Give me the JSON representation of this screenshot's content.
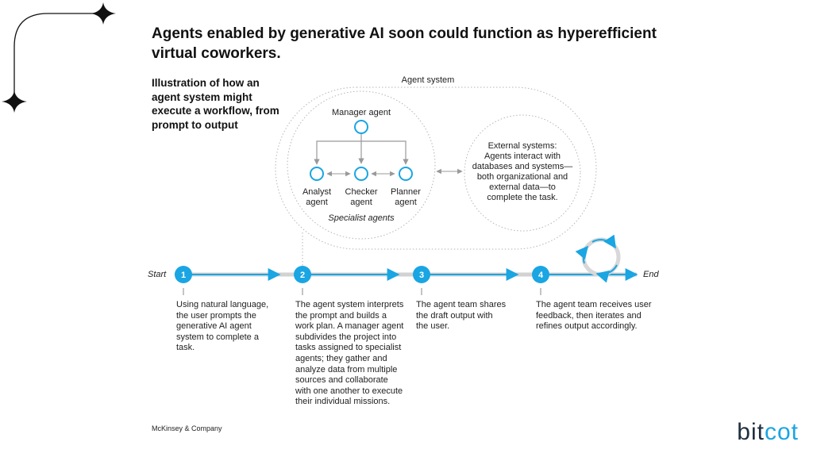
{
  "title": "Agents enabled by generative AI soon could function as hyperefficient virtual coworkers.",
  "subtitle": "Illustration of how an agent system might execute a workflow, from prompt to output",
  "agent_system": {
    "label": "Agent system",
    "manager_label": "Manager agent",
    "specialists": [
      {
        "label_line1": "Analyst",
        "label_line2": "agent"
      },
      {
        "label_line1": "Checker",
        "label_line2": "agent"
      },
      {
        "label_line1": "Planner",
        "label_line2": "agent"
      }
    ],
    "specialists_caption": "Specialist agents",
    "external_lines": [
      "External systems:",
      "Agents interact with",
      "databases and systems—",
      "both organizational and",
      "external data—to",
      "complete the task."
    ]
  },
  "workflow": {
    "start_label": "Start",
    "end_label": "End",
    "steps": [
      {
        "number": "1",
        "lines": [
          "Using natural language,",
          "the user prompts the",
          "generative AI agent",
          "system to complete a",
          "task."
        ]
      },
      {
        "number": "2",
        "lines": [
          "The agent system interprets",
          "the prompt and builds a",
          "work plan. A manager agent",
          "subdivides the project into",
          "tasks assigned to specialist",
          "agents; they gather and",
          "analyze data from multiple",
          "sources and collaborate",
          "with one another to execute",
          "their individual missions."
        ]
      },
      {
        "number": "3",
        "lines": [
          "The agent team shares",
          "the draft output with",
          "the user."
        ]
      },
      {
        "number": "4",
        "lines": [
          "The agent team receives user",
          "feedback, then iterates and",
          "refines output accordingly."
        ]
      }
    ]
  },
  "footer": "McKinsey & Company",
  "brand": {
    "part1": "bit",
    "part2": "cot"
  },
  "colors": {
    "accent": "#1aa5e3",
    "line": "#a0a0a0",
    "text": "#222222"
  }
}
